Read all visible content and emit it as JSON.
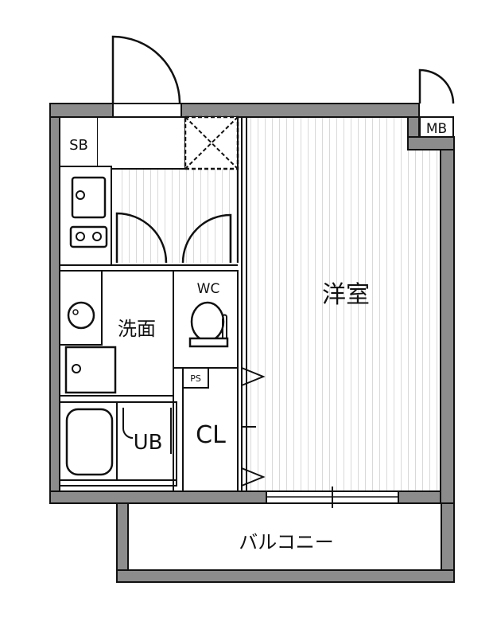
{
  "rooms": {
    "western_room": "洋室",
    "washroom": "洗面",
    "toilet": "WC",
    "unit_bath": "UB",
    "closet": "CL",
    "balcony": "バルコニー",
    "shoe_box": "SB",
    "meter_box": "MB",
    "pipe_space": "PS"
  },
  "colors": {
    "wall": "#8c8c8c",
    "line": "#111111",
    "floor_stripe": "#d9d9d9",
    "background": "#ffffff"
  }
}
